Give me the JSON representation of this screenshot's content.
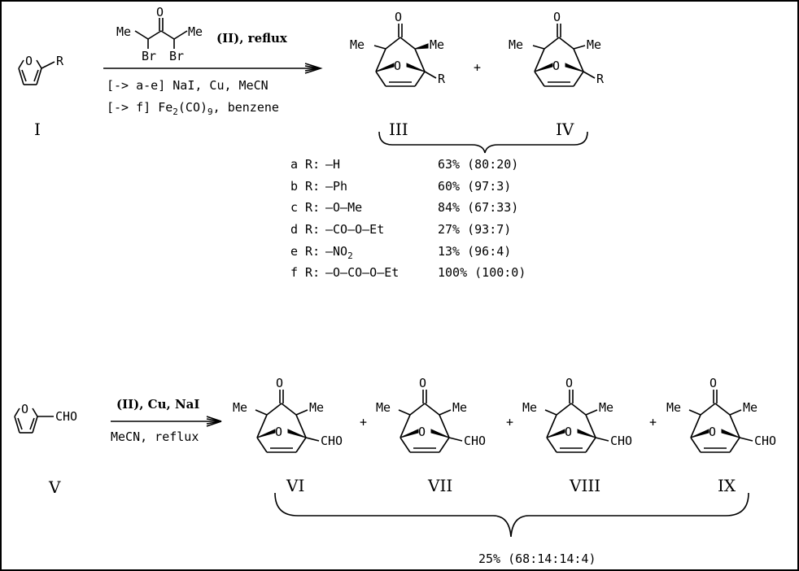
{
  "scheme1": {
    "reagent_label": "(II), reflux",
    "reagent_me_left": "Me",
    "reagent_me_right": "Me",
    "reagent_o": "O",
    "reagent_br1": "Br",
    "reagent_br2": "Br",
    "cond1": "[-> a-e]  NaI, Cu, MeCN",
    "cond2_pre": "[-> f]  Fe",
    "cond2_sub1": "2",
    "cond2_mid": "(CO)",
    "cond2_sub2": "9",
    "cond2_post": ", benzene",
    "start_label": "I",
    "start_r": "R",
    "start_o": "O",
    "plus": "+",
    "prod_labels": [
      "III",
      "IV"
    ],
    "me": "Me",
    "r": "R",
    "o": "O",
    "rows": [
      {
        "label": "a R:",
        "group": "—H",
        "yield": "63% (80:20)"
      },
      {
        "label": "b R:",
        "group": "—Ph",
        "yield": "60% (97:3)"
      },
      {
        "label": "c R:",
        "group": "—O—Me",
        "yield": "84% (67:33)"
      },
      {
        "label": "d R:",
        "group": "—CO—O—Et",
        "yield": "27% (93:7)"
      },
      {
        "label": "e R:",
        "group_pre": "—NO",
        "group_sub": "2",
        "yield": "13% (96:4)"
      },
      {
        "label": "f R:",
        "group": "—O—CO—O—Et",
        "yield": "100% (100:0)"
      }
    ]
  },
  "scheme2": {
    "start_label": "V",
    "start_cho": "CHO",
    "start_o": "O",
    "cond_top": "(II), Cu, NaI",
    "cond_bottom": "MeCN,  reflux",
    "plus": "+",
    "me": "Me",
    "cho": "CHO",
    "o": "O",
    "prod_labels": [
      "VI",
      "VII",
      "VIII",
      "IX"
    ],
    "result": "25% (68:14:14:4)"
  }
}
